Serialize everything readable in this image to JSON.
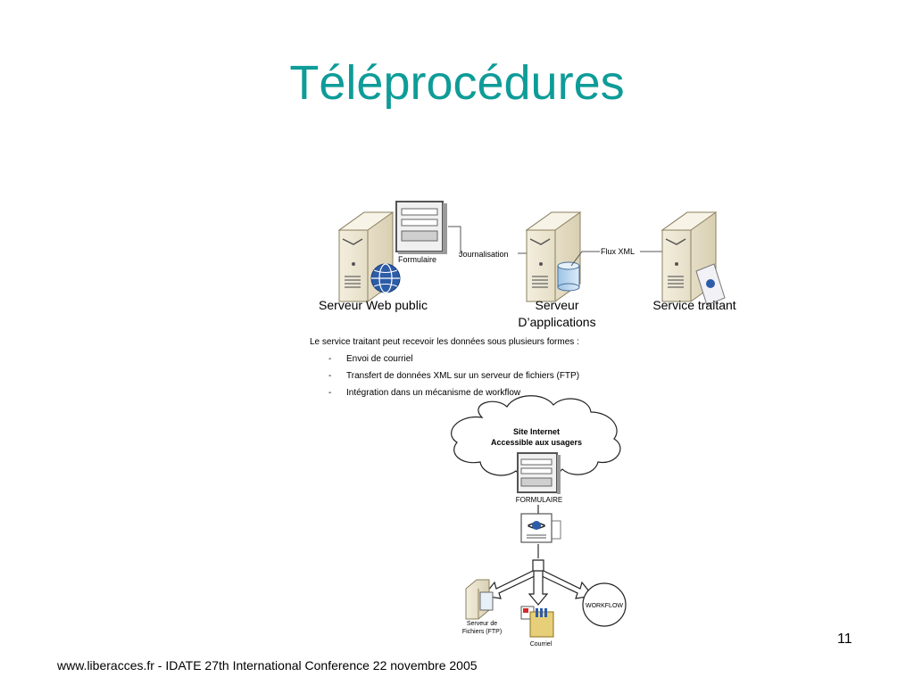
{
  "slide": {
    "title": "Téléprocédures",
    "slide_number": "11",
    "footer": "www.liberacces.fr -  IDATE 27th International Conference 22 novembre 2005"
  },
  "architecture": {
    "servers": [
      {
        "label": "Serveur Web public"
      },
      {
        "label_line1": "Serveur",
        "label_line2": "D’applications"
      },
      {
        "label": "Service traitant"
      }
    ],
    "form_label": "Formulaire",
    "link_journal": "Journalisation",
    "link_xml": "Flux XML"
  },
  "description": {
    "intro": "Le service traitant peut recevoir les données sous plusieurs formes :",
    "bullets": [
      "Envoi de courriel",
      "Transfert de données XML sur un serveur de fichiers (FTP)",
      "Intégration dans un mécanisme de workflow"
    ]
  },
  "flow": {
    "cloud_line1": "Site Internet",
    "cloud_line2": "Accessible aux usagers",
    "form_caption": "FORMULAIRE",
    "ftp_line1": "Serveur de",
    "ftp_line2": "Fichiers (FTP)",
    "mail_label": "Courriel",
    "workflow_label": "WORKFLOW"
  },
  "colors": {
    "title": "#0e9c98",
    "server_body": "#e9e2cc",
    "form_frame": "#7a7a7a",
    "globe": "#2d5ca8",
    "database": "#b9d6ef"
  }
}
